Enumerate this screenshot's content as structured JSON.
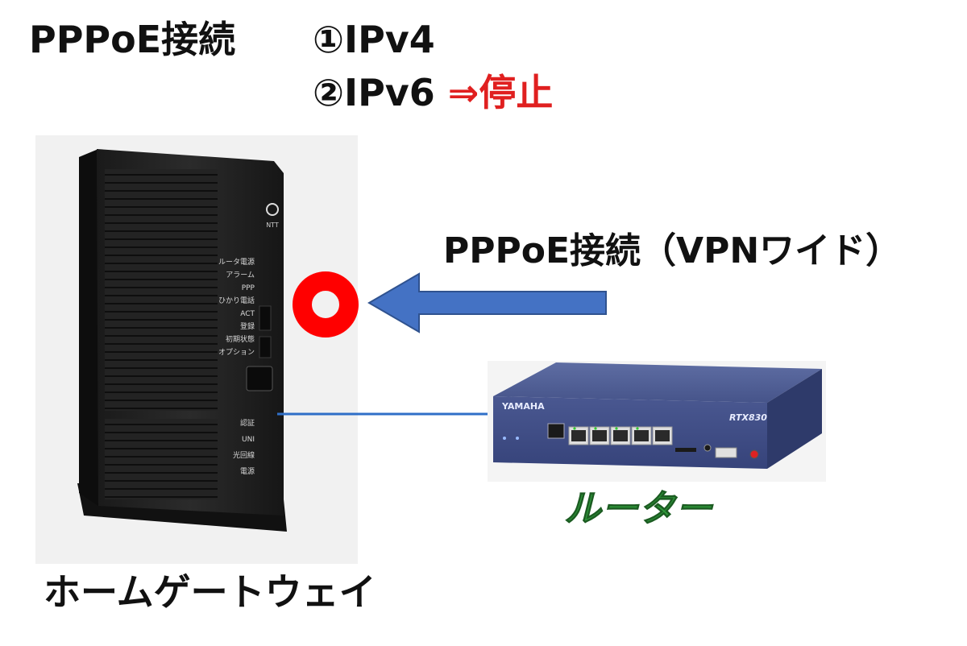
{
  "title": {
    "line1_left": "PPPoE接続",
    "line1_right": "①IPv4",
    "line2_main": "②IPv6",
    "line2_status": "⇒停止"
  },
  "connection": {
    "label": "PPPoE接続（VPNワイド）"
  },
  "devices": {
    "hgw": {
      "label": "ホームゲートウェイ",
      "logo": "NTT",
      "led_labels": [
        "ルータ電源",
        "アラーム",
        "PPP",
        "ひかり電話",
        "ACT",
        "登録",
        "初期状態",
        "オプション"
      ],
      "port_labels": [
        "認証",
        "UNI",
        "光回線",
        "電源"
      ]
    },
    "router": {
      "label": "ルーター",
      "brand": "YAMAHA",
      "model": "RTX830"
    }
  },
  "colors": {
    "arrow": "#4472c4",
    "ring": "#ff0000",
    "cable": "#2f6fc8",
    "router_label": "#2f9a3b",
    "status_red": "#e02020"
  }
}
